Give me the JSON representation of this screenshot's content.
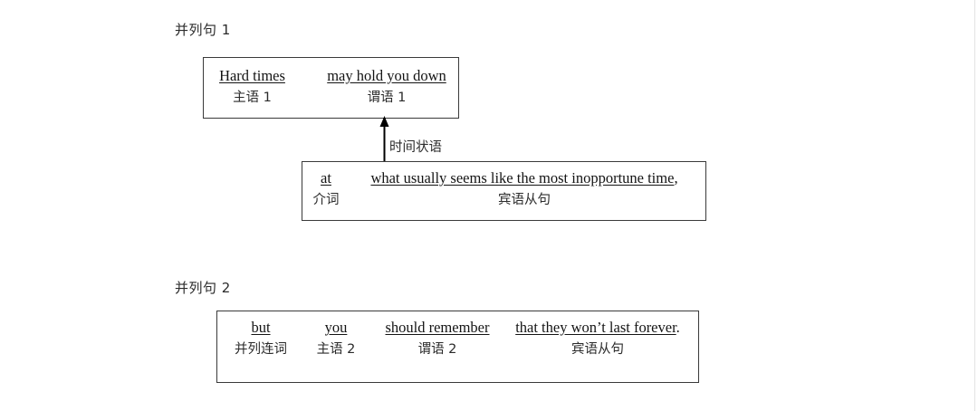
{
  "document": {
    "title": "English sentence structure breakdown diagram"
  },
  "sections": [
    {
      "heading": "并列句 1",
      "box": {
        "slots": [
          {
            "english": "Hard times",
            "chinese": "主语 1",
            "underlined": true,
            "trailing_punctuation": ""
          },
          {
            "english": "may hold you down",
            "chinese": "谓语 1",
            "underlined": true,
            "trailing_punctuation": ""
          }
        ]
      }
    },
    {
      "heading": "并列句 2",
      "box": {
        "slots": [
          {
            "english": "but",
            "chinese": "并列连词",
            "underlined": true,
            "trailing_punctuation": ""
          },
          {
            "english": "you",
            "chinese": "主语 2",
            "underlined": true,
            "trailing_punctuation": ""
          },
          {
            "english": "should remember",
            "chinese": "谓语 2",
            "underlined": true,
            "trailing_punctuation": ""
          },
          {
            "english": "that they won’t last forever",
            "chinese": "宾语从句",
            "underlined": true,
            "trailing_punctuation": "."
          }
        ]
      }
    }
  ],
  "modifier": {
    "connector_label": "时间状语",
    "arrow_direction": "up",
    "box": {
      "slots": [
        {
          "english": "at",
          "chinese": "介词",
          "underlined": true,
          "trailing_punctuation": ""
        },
        {
          "english": "what usually seems like the most inopportune time",
          "chinese": "宾语从句",
          "underlined": true,
          "trailing_punctuation": ","
        }
      ]
    }
  },
  "colors": {
    "box_border": "#3a3a3a",
    "english_text": "#141414",
    "chinese_text": "#2b2b2b",
    "arrow": "#000000",
    "background": "#ffffff"
  }
}
